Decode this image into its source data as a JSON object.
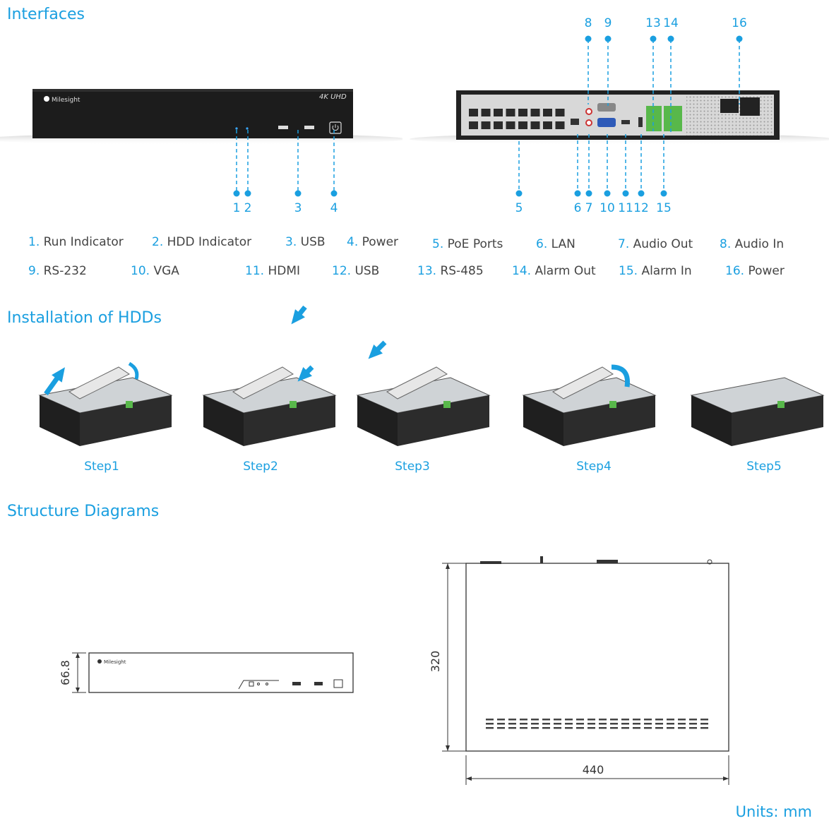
{
  "sections": {
    "interfaces": "Interfaces",
    "installation": "Installation of HDDs",
    "structure": "Structure Diagrams"
  },
  "front_panel": {
    "brand": "Milesight",
    "badge": "4K UHD"
  },
  "callouts_top": [
    "8",
    "9",
    "13",
    "14",
    "16"
  ],
  "callouts_bottom": [
    "1",
    "2",
    "3",
    "4",
    "5",
    "6",
    "7",
    "10",
    "11",
    "12",
    "15"
  ],
  "legend": [
    {
      "num": "1.",
      "label": "Run Indicator"
    },
    {
      "num": "2.",
      "label": "HDD Indicator"
    },
    {
      "num": "3.",
      "label": "USB"
    },
    {
      "num": "4.",
      "label": "Power"
    },
    {
      "num": "5.",
      "label": "PoE Ports"
    },
    {
      "num": "6.",
      "label": "LAN"
    },
    {
      "num": "7.",
      "label": "Audio Out"
    },
    {
      "num": "8.",
      "label": "Audio In"
    },
    {
      "num": "9.",
      "label": "RS-232"
    },
    {
      "num": "10.",
      "label": "VGA"
    },
    {
      "num": "11.",
      "label": "HDMI"
    },
    {
      "num": "12.",
      "label": "USB"
    },
    {
      "num": "13.",
      "label": "RS-485"
    },
    {
      "num": "14.",
      "label": "Alarm Out"
    },
    {
      "num": "15.",
      "label": "Alarm In"
    },
    {
      "num": "16.",
      "label": "Power"
    }
  ],
  "steps": [
    "Step1",
    "Step2",
    "Step3",
    "Step4",
    "Step5"
  ],
  "dimensions": {
    "height": "66.8",
    "depth": "320",
    "width": "440",
    "units": "Units: mm"
  },
  "colors": {
    "accent": "#1a9fe0",
    "device": "#1c1c1c",
    "terminal": "#58b84a"
  }
}
